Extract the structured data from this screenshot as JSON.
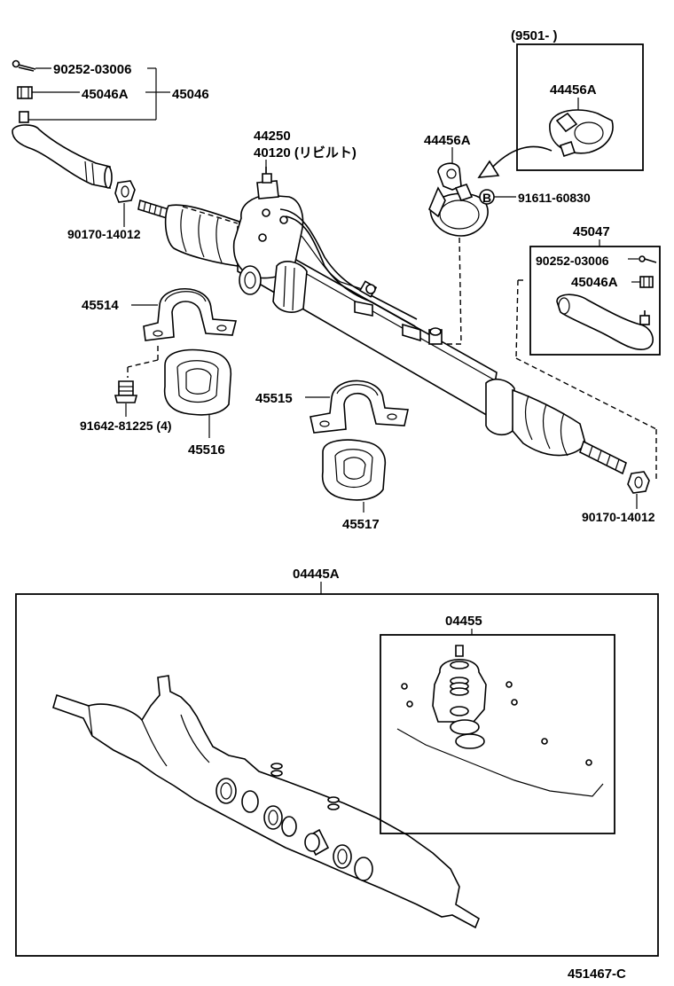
{
  "labels": {
    "p90252_top": "90252-03006",
    "p45046A_top": "45046A",
    "p45046": "45046",
    "p44250": "44250",
    "p40120": "40120 (リビルト)",
    "p44456A_main": "44456A",
    "p9501": "(9501-        )",
    "p44456A_inset": "44456A",
    "p91611": "91611-60830",
    "p90170_left": "90170-14012",
    "p45047": "45047",
    "p90252_right": "90252-03006",
    "p45046A_right": "45046A",
    "p45514": "45514",
    "p91642": "91642-81225 (4)",
    "p45516": "45516",
    "p45515": "45515",
    "p45517": "45517",
    "p90170_right": "90170-14012",
    "p04445A": "04445A",
    "p04455": "04455",
    "figure_code": "451467-C"
  },
  "icons": {
    "bolt_marker": "B"
  }
}
